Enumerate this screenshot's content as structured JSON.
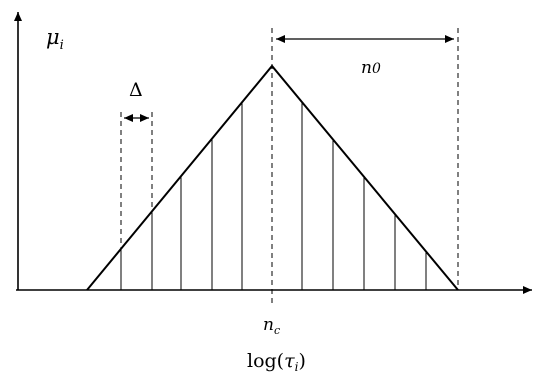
{
  "labels": {
    "y_axis_main": "μ",
    "y_axis_sub": "i",
    "delta": "Δ",
    "n0_main": "n",
    "n0_sub": "0",
    "nc_main": "n",
    "nc_sub": "c",
    "x_axis_prefix": "log(",
    "x_axis_var": "τ",
    "x_axis_sub": "i",
    "x_axis_suffix": ")"
  },
  "diagram": {
    "shape": "triangle",
    "vertical_line_count_left": 5,
    "vertical_line_count_right": 5
  }
}
